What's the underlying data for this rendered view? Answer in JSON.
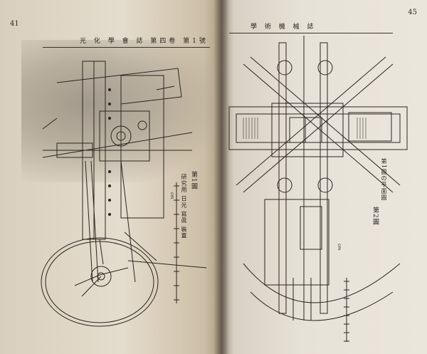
{
  "left_page": {
    "page_number": "41",
    "running_head": "光 化 學 會 誌 第四卷 第1號",
    "figure_title": "第1圖",
    "figure_caption": "研究用 日光 寫眞 裝置",
    "scale_label": "cm"
  },
  "right_page": {
    "page_number": "45",
    "running_head": "學 術 機 械 誌",
    "figure_title": "第2圖",
    "figure_caption": "第1圖の平面圖",
    "scale_label": "cm"
  }
}
